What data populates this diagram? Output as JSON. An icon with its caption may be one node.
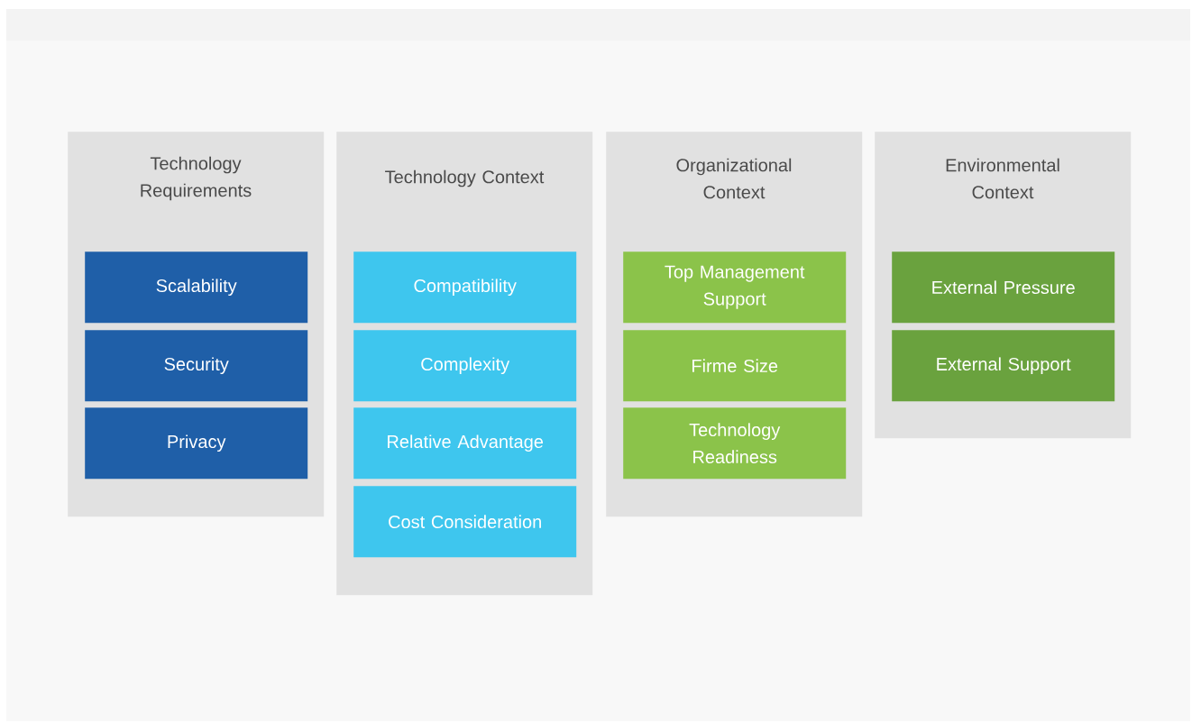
{
  "diagram": {
    "nodes": [
      {
        "text": [
          "Technology Requirements"
        ]
      },
      {
        "text": [
          "Scalability"
        ],
        "in": 0
      },
      {
        "text": [
          "Security"
        ],
        "in": 0
      },
      {
        "text": [
          "Privacy"
        ],
        "in": 0
      },
      {
        "text": [
          "Technology Context"
        ]
      },
      {
        "text": [
          "Compatibility"
        ],
        "in": 4
      },
      {
        "text": [
          "Complexity"
        ],
        "in": 4
      },
      {
        "text": [
          "Relative Advantage"
        ],
        "in": 4
      },
      {
        "text": [
          "Cost Consideration"
        ],
        "in": 4
      },
      {
        "text": [
          "Organizational Context"
        ]
      },
      {
        "text": [
          "Top Management Support"
        ],
        "in": 9
      },
      {
        "text": [
          "Firme Size"
        ],
        "in": 9
      },
      {
        "text": [
          "Technology Readiness"
        ],
        "in": 9
      },
      {
        "text": [
          "Environmental Context"
        ]
      },
      {
        "text": [
          "External Pressure"
        ],
        "in": 13
      },
      {
        "text": [
          "External Support"
        ],
        "in": 13
      }
    ]
  }
}
